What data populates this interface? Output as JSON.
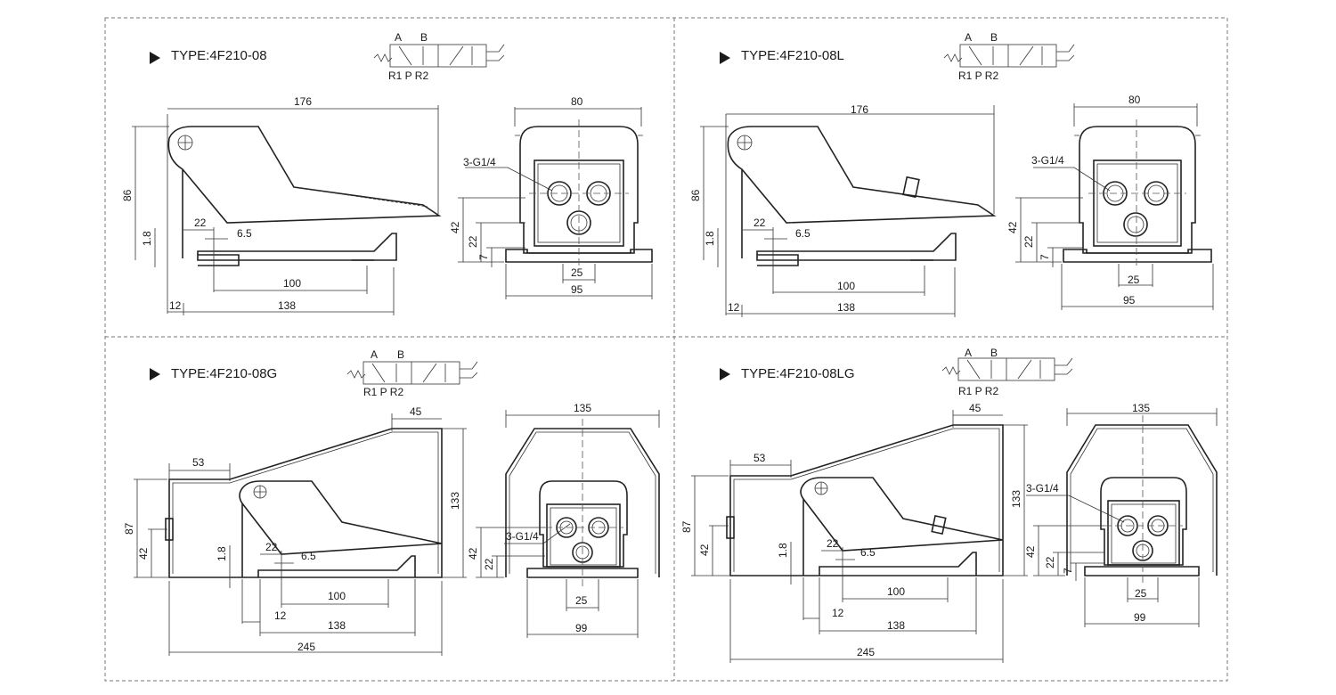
{
  "colors": {
    "line": "#222222",
    "frame": "#777777",
    "marker": "#1a1a1a"
  },
  "panels": [
    {
      "type_label": "TYPE:4F210-08",
      "port_top": [
        "A",
        "B"
      ],
      "port_bottom": "R1 P R2",
      "dims": {
        "len": "176",
        "h": "86",
        "w22": "22",
        "w65": "6.5",
        "h18": "1.8",
        "w100": "100",
        "w12": "12",
        "w138": "138",
        "fw": "80",
        "port": "3-G1/4",
        "fh42": "42",
        "fh22": "22",
        "fh7": "7",
        "f25": "25",
        "f95": "95"
      }
    },
    {
      "type_label": "TYPE:4F210-08L",
      "port_top": [
        "A",
        "B"
      ],
      "port_bottom": "R1 P R2",
      "dims": {
        "len": "176",
        "h": "86",
        "w22": "22",
        "w65": "6.5",
        "h18": "1.8",
        "w100": "100",
        "w12": "12",
        "w138": "138",
        "fw": "80",
        "port": "3-G1/4",
        "fh42": "42",
        "fh22": "22",
        "fh7": "7",
        "f25": "25",
        "f95": "95"
      }
    },
    {
      "type_label": "TYPE:4F210-08G",
      "port_top": [
        "A",
        "B"
      ],
      "port_bottom": "R1 P R2",
      "dims": {
        "top45": "45",
        "w53": "53",
        "h87": "87",
        "h42": "42",
        "h133": "133",
        "h18": "1.8",
        "w22": "22",
        "w65": "6.5",
        "w100": "100",
        "w12": "12",
        "w138": "138",
        "w245": "245",
        "fw": "135",
        "port": "3-G1/4",
        "fh42": "42",
        "fh22": "22",
        "f25": "25",
        "f99": "99"
      }
    },
    {
      "type_label": "TYPE:4F210-08LG",
      "port_top": [
        "A",
        "B"
      ],
      "port_bottom": "R1 P R2",
      "dims": {
        "top45": "45",
        "w53": "53",
        "h87": "87",
        "h42": "42",
        "h133": "133",
        "h18": "1.8",
        "w22": "22",
        "w65": "6.5",
        "w100": "100",
        "w12": "12",
        "w138": "138",
        "w245": "245",
        "fw": "135",
        "port": "3-G1/4",
        "fh42": "42",
        "fh22": "22",
        "fh7": "7",
        "f25": "25",
        "f99": "99"
      }
    }
  ]
}
